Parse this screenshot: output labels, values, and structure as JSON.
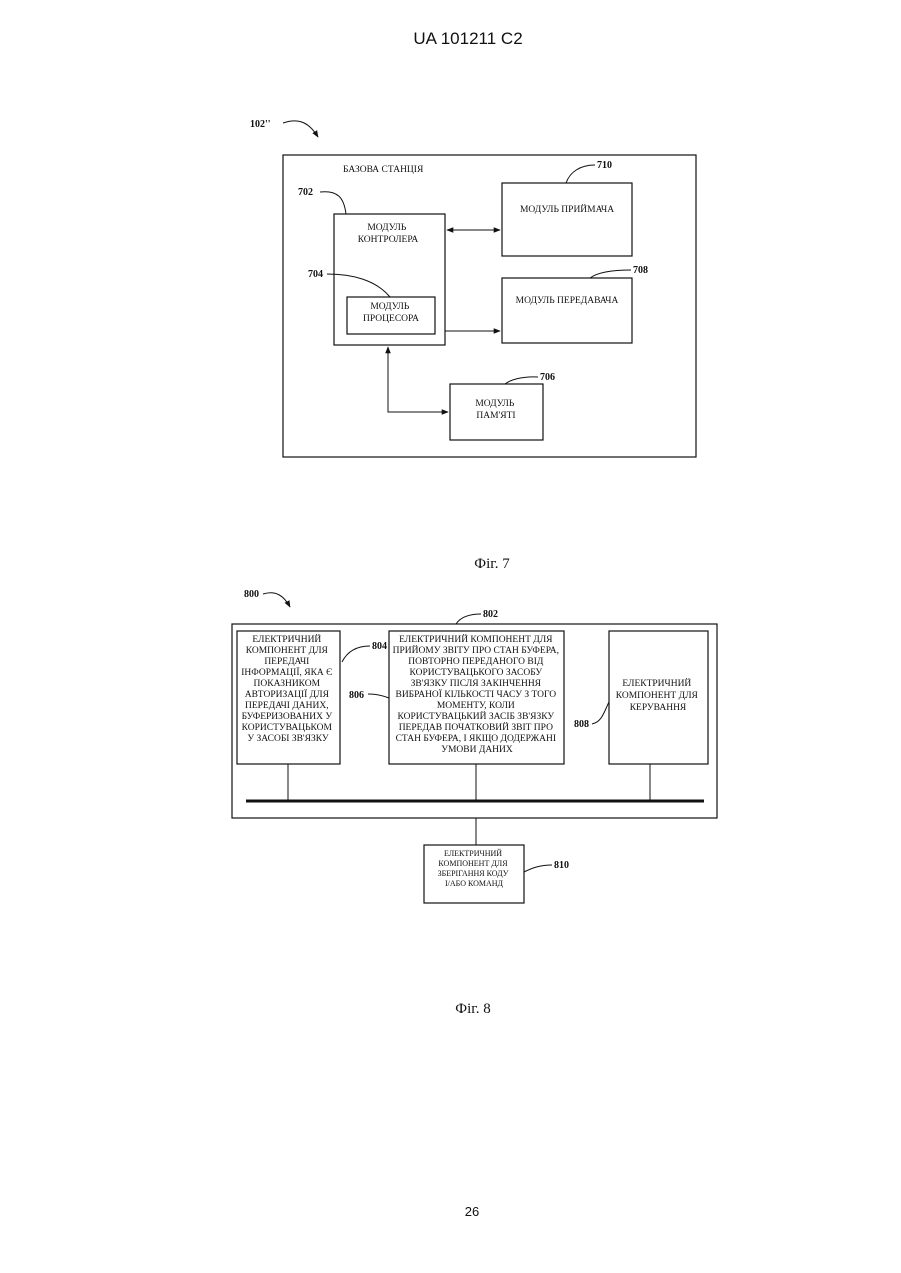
{
  "header": {
    "patent": "UA   101211   C2"
  },
  "footer": {
    "page_number": "26"
  },
  "fig7": {
    "caption": "Фіг. 7",
    "ref_main": "102''",
    "base_station": {
      "label": "БАЗОВА СТАНЦІЯ"
    },
    "controller": {
      "ref": "702",
      "lines": [
        "МОДУЛЬ",
        "КОНТРОЛЕРА"
      ]
    },
    "processor": {
      "ref": "704",
      "lines": [
        "МОДУЛЬ",
        "ПРОЦЕСОРА"
      ]
    },
    "receiver": {
      "ref": "710",
      "lines": [
        "МОДУЛЬ ПРИЙМАЧА"
      ]
    },
    "transmitter": {
      "ref": "708",
      "lines": [
        "МОДУЛЬ ПЕРЕДАВАЧА"
      ]
    },
    "memory": {
      "ref": "706",
      "lines": [
        "МОДУЛЬ",
        "ПАМ'ЯТІ"
      ]
    }
  },
  "fig8": {
    "caption": "Фіг. 8",
    "ref_main": "800",
    "group_ref": "802",
    "comp804": {
      "ref": "804",
      "lines": [
        "ЕЛЕКТРИЧНИЙ",
        "КОМПОНЕНТ ДЛЯ",
        "ПЕРЕДАЧІ",
        "ІНФОРМАЦІЇ, ЯКА Є",
        "ПОКАЗНИКОМ",
        "АВТОРИЗАЦІЇ ДЛЯ",
        "ПЕРЕДАЧІ ДАНИХ,",
        "БУФЕРИЗОВАНИХ У",
        "КОРИСТУВАЦЬКОМ",
        "У ЗАСОБІ ЗВ'ЯЗКУ"
      ]
    },
    "comp806": {
      "ref": "806",
      "lines": [
        "ЕЛЕКТРИЧНИЙ КОМПОНЕНТ ДЛЯ",
        "ПРИЙОМУ ЗВІТУ ПРО СТАН БУФЕРА,",
        "ПОВТОРНО ПЕРЕДАНОГО ВІД",
        "КОРИСТУВАЦЬКОГО ЗАСОБУ",
        "ЗВ'ЯЗКУ ПІСЛЯ ЗАКІНЧЕННЯ",
        "ВИБРАНОЇ КІЛЬКОСТІ ЧАСУ З ТОГО",
        "МОМЕНТУ, КОЛИ",
        "КОРИСТУВАЦЬКИЙ ЗАСІБ ЗВ'ЯЗКУ",
        "ПЕРЕДАВ ПОЧАТКОВИЙ ЗВІТ ПРО",
        "СТАН БУФЕРА, І ЯКЩО ДОДЕРЖАНІ",
        "УМОВИ ДАНИХ"
      ]
    },
    "comp808": {
      "ref": "808",
      "lines": [
        "ЕЛЕКТРИЧНИЙ",
        "КОМПОНЕНТ ДЛЯ",
        "КЕРУВАННЯ"
      ]
    },
    "comp810": {
      "ref": "810",
      "lines": [
        "ЕЛЕКТРИЧНИЙ",
        "КОМПОНЕНТ ДЛЯ",
        "ЗБЕРІГАННЯ КОДУ",
        "І/АБО КОМАНД"
      ]
    }
  }
}
